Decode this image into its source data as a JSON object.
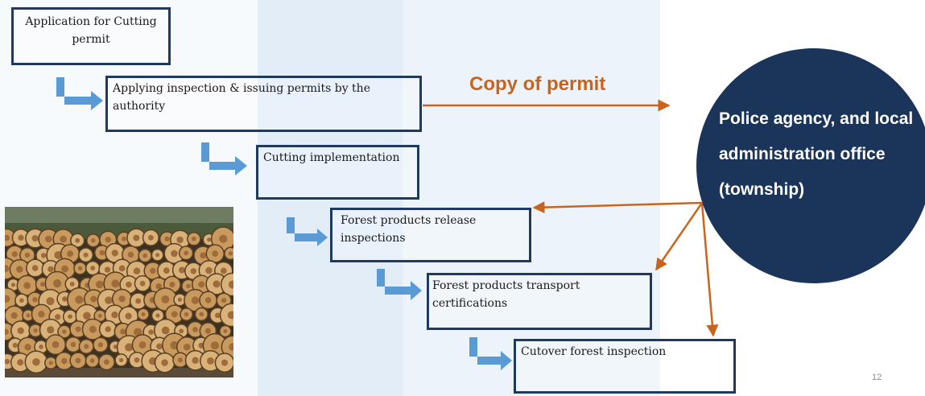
{
  "steps": [
    {
      "label": "Application for Cutting permit"
    },
    {
      "label": "Applying inspection & issuing permits by the authority"
    },
    {
      "label": "Cutting implementation"
    },
    {
      "label": "Forest products release inspections"
    },
    {
      "label": "Forest products transport certifications"
    },
    {
      "label": "Cutover forest inspection"
    }
  ],
  "copy_label": "Copy of permit",
  "circle": {
    "label": "Police agency, and local administration office (township)"
  },
  "photo": {
    "subject": "stacked-logs"
  },
  "page_number": "12",
  "colors": {
    "box_border": "#1f3a5c",
    "flow_arrow": "#5b9bd5",
    "permit_arrow": "#c8641c",
    "circle_fill": "#1b3459"
  }
}
